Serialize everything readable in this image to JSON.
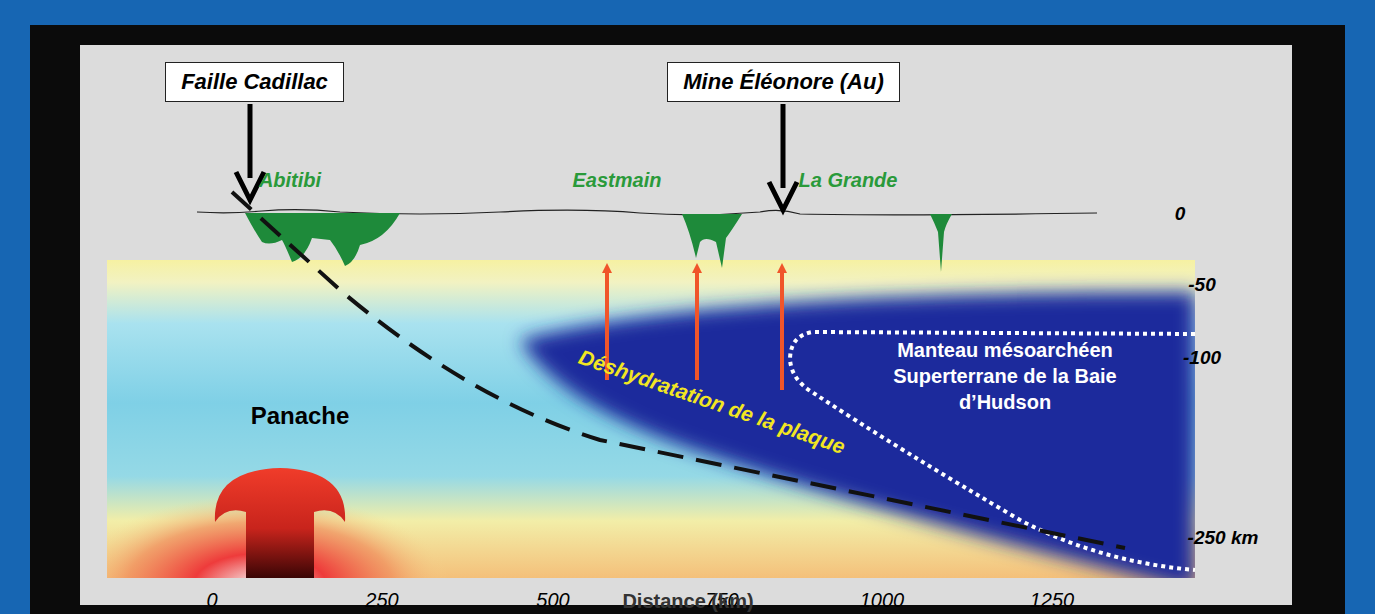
{
  "diagram": {
    "nodes": [
      {
        "text": [
          "Faille Cadillac"
        ]
      },
      {
        "text": [
          "Mine Éléonore (Au)"
        ]
      },
      {
        "text": [
          "Manteau mésoarchéen Superterrane de la Baie d’Hudson"
        ]
      }
    ],
    "labels": [
      "Abitibi",
      "Eastmain",
      "La Grande",
      "0",
      "-50",
      "-100",
      "-250 km",
      "Panache",
      "Déshydratation de la plaque",
      "0",
      "250",
      "500",
      "750",
      "1000",
      "1250",
      "Distance (km)"
    ]
  }
}
